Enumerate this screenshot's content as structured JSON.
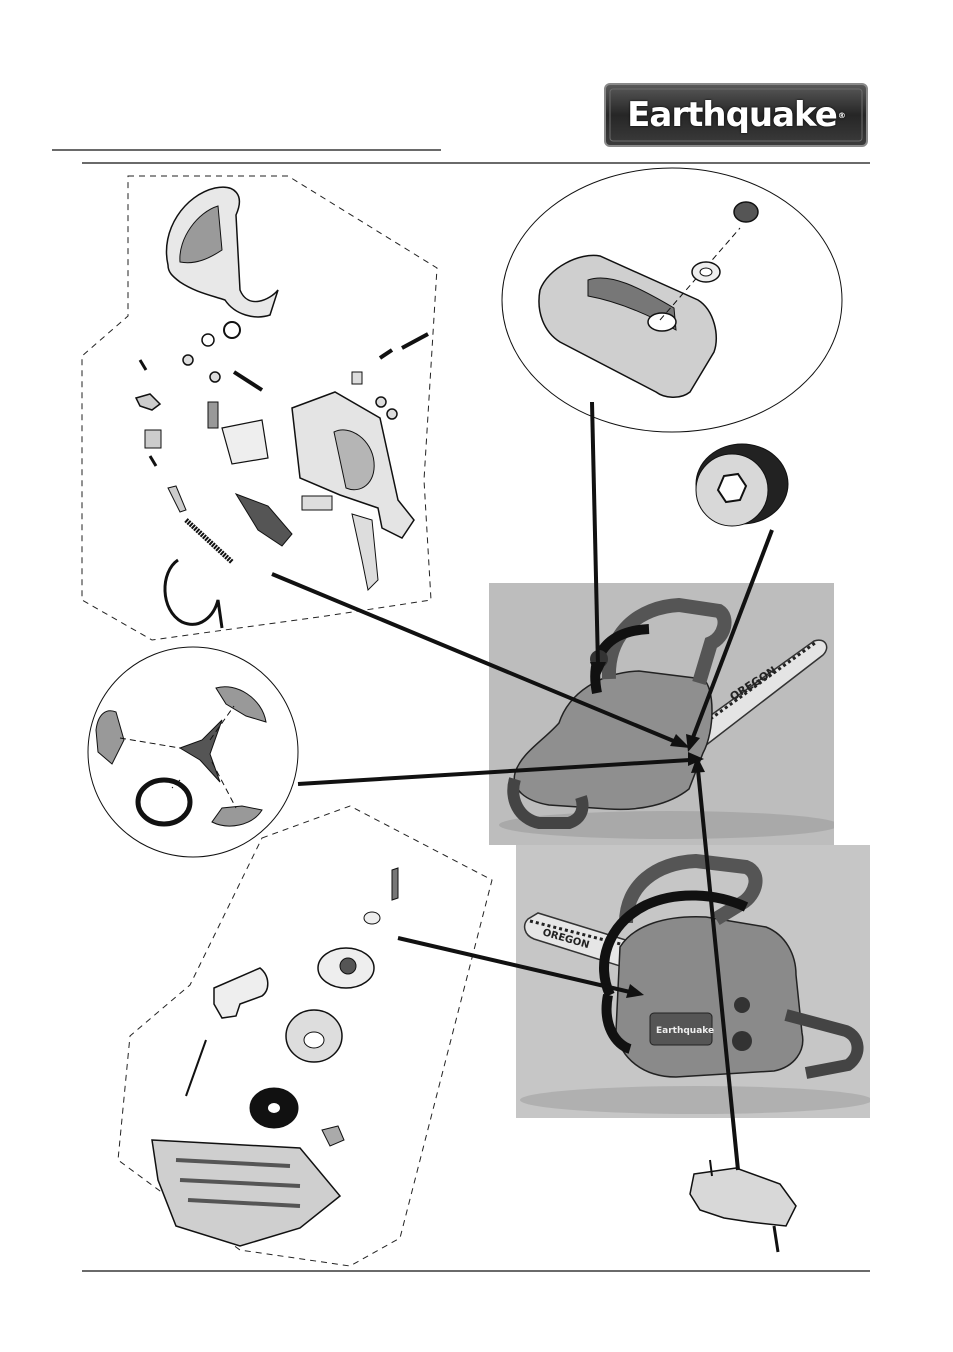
{
  "brand": {
    "name": "Earthquake",
    "mark": "®"
  },
  "photo_1": {
    "bar_text": "OREGON"
  },
  "photo_2": {
    "bar_text": "OREGON",
    "badge_text": "Earthquake"
  },
  "colors": {
    "ink": "#111111",
    "logo_bg": "#2e2e2e",
    "logo_border": "#8a8a8a",
    "photo_bg": "#c4c4c4"
  }
}
